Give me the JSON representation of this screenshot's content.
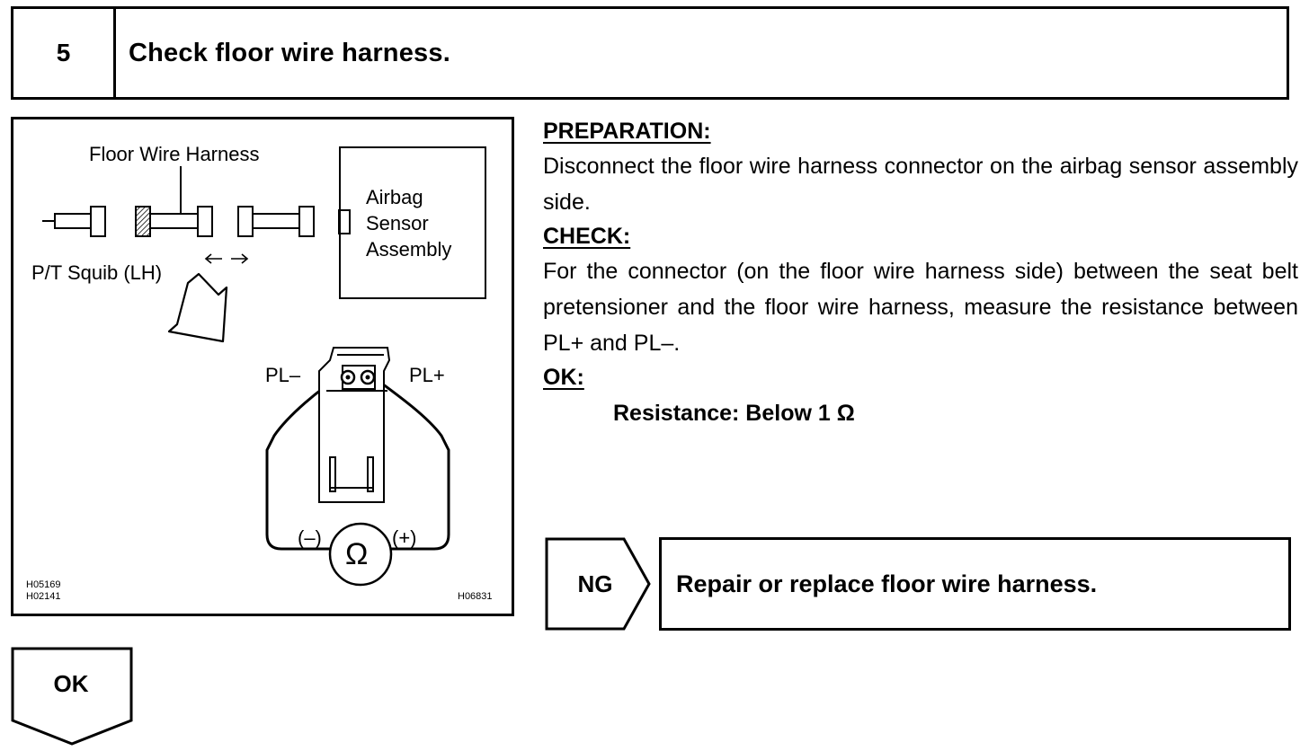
{
  "step": {
    "number": "5",
    "title": "Check floor wire harness."
  },
  "figure": {
    "label_floor_wire_harness": "Floor Wire Harness",
    "label_airbag_line1": "Airbag",
    "label_airbag_line2": "Sensor",
    "label_airbag_line3": "Assembly",
    "label_pt_squib": "P/T Squib (LH)",
    "label_pl_minus": "PL–",
    "label_pl_plus": "PL+",
    "label_meter_minus": "(–)",
    "label_meter_plus": "(+)",
    "meter_symbol": "Ω",
    "code_left_1": "H05169",
    "code_left_2": "H02141",
    "code_right": "H06831"
  },
  "instructions": {
    "preparation_heading": "PREPARATION:",
    "preparation_text": "Disconnect the floor wire harness connector on the airbag sensor assembly side.",
    "check_heading": "CHECK:",
    "check_text": "For the connector (on the floor wire harness side) between the seat belt pretensioner and the floor wire harness, measure the resistance between PL+ and PL–.",
    "ok_heading": "OK:",
    "ok_spec": "Resistance: Below 1 Ω"
  },
  "results": {
    "ng_label": "NG",
    "ng_action": "Repair or replace floor wire harness.",
    "ok_label": "OK"
  }
}
